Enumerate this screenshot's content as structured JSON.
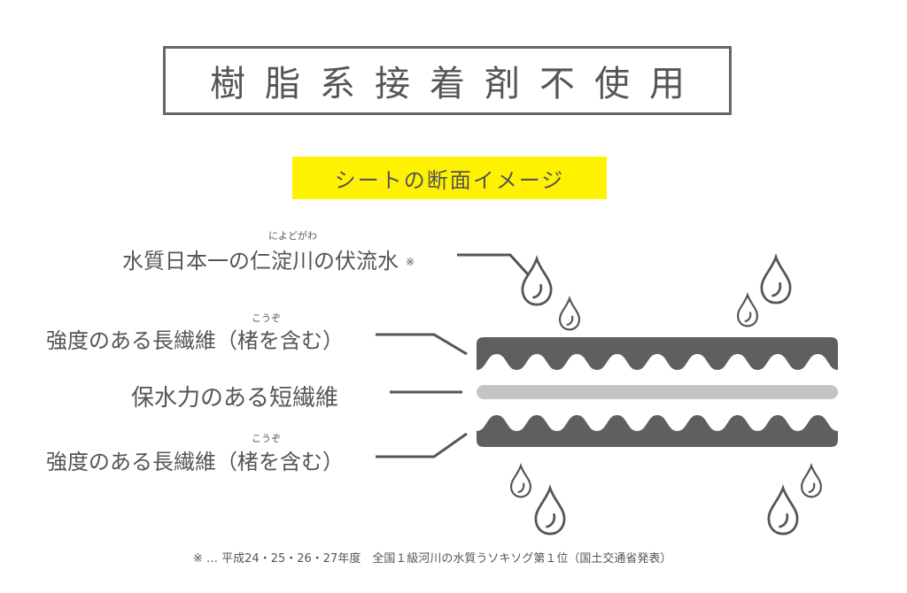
{
  "title": "樹脂系接着剤不使用",
  "subtitle": "シートの断面イメージ",
  "labels": {
    "water": "水質日本一の仁淀川の伏流水",
    "water_mark": "※",
    "water_ruby": "によどがわ",
    "long_fiber_top": "強度のある長繊維（楮を含む）",
    "long_fiber_top_ruby": "こうぞ",
    "short_fiber": "保水力のある短繊維",
    "long_fiber_bottom": "強度のある長繊維（楮を含む）",
    "long_fiber_bottom_ruby": "こうぞ"
  },
  "footnote": "※ … 平成24・25・26・27年度　全国１級河川の水質うソキソグ第１位（国土交通省発表）",
  "colors": {
    "fiber_dark": "#5f5f5f",
    "fiber_light": "#c4c4c4",
    "highlight": "#fff200",
    "text": "#555555",
    "line": "#555555"
  }
}
